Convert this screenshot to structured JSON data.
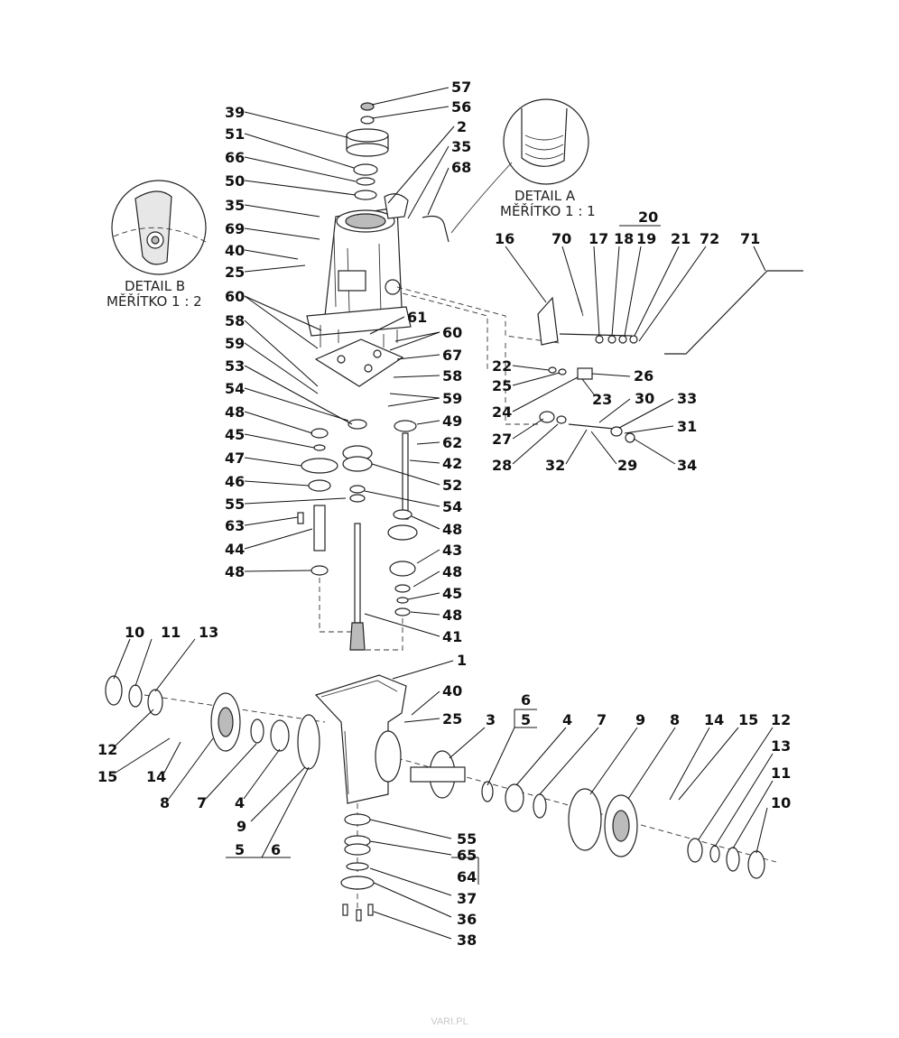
{
  "diagram": {
    "callouts": [
      {
        "id": "c-57",
        "text": "57"
      },
      {
        "id": "c-56",
        "text": "56"
      },
      {
        "id": "c-2",
        "text": "2"
      },
      {
        "id": "c-35a",
        "text": "35"
      },
      {
        "id": "c-68",
        "text": "68"
      },
      {
        "id": "c-39",
        "text": "39"
      },
      {
        "id": "c-51",
        "text": "51"
      },
      {
        "id": "c-66",
        "text": "66"
      },
      {
        "id": "c-50",
        "text": "50"
      },
      {
        "id": "c-35b",
        "text": "35"
      },
      {
        "id": "c-69",
        "text": "69"
      },
      {
        "id": "c-40a",
        "text": "40"
      },
      {
        "id": "c-25a",
        "text": "25"
      },
      {
        "id": "c-60a",
        "text": "60"
      },
      {
        "id": "c-61",
        "text": "61"
      },
      {
        "id": "c-60b",
        "text": "60"
      },
      {
        "id": "c-58a",
        "text": "58"
      },
      {
        "id": "c-67",
        "text": "67"
      },
      {
        "id": "c-59a",
        "text": "59"
      },
      {
        "id": "c-58b",
        "text": "58"
      },
      {
        "id": "c-53",
        "text": "53"
      },
      {
        "id": "c-59b",
        "text": "59"
      },
      {
        "id": "c-54a",
        "text": "54"
      },
      {
        "id": "c-49",
        "text": "49"
      },
      {
        "id": "c-48a",
        "text": "48"
      },
      {
        "id": "c-62",
        "text": "62"
      },
      {
        "id": "c-45a",
        "text": "45"
      },
      {
        "id": "c-47",
        "text": "47"
      },
      {
        "id": "c-42",
        "text": "42"
      },
      {
        "id": "c-46",
        "text": "46"
      },
      {
        "id": "c-52",
        "text": "52"
      },
      {
        "id": "c-55a",
        "text": "55"
      },
      {
        "id": "c-54b",
        "text": "54"
      },
      {
        "id": "c-63",
        "text": "63"
      },
      {
        "id": "c-48b",
        "text": "48"
      },
      {
        "id": "c-44",
        "text": "44"
      },
      {
        "id": "c-43",
        "text": "43"
      },
      {
        "id": "c-48c",
        "text": "48"
      },
      {
        "id": "c-48d",
        "text": "48"
      },
      {
        "id": "c-45b",
        "text": "45"
      },
      {
        "id": "c-48e",
        "text": "48"
      },
      {
        "id": "c-41",
        "text": "41"
      },
      {
        "id": "c-16",
        "text": "16"
      },
      {
        "id": "c-70",
        "text": "70"
      },
      {
        "id": "c-17",
        "text": "17"
      },
      {
        "id": "c-18",
        "text": "18"
      },
      {
        "id": "c-20",
        "text": "20"
      },
      {
        "id": "c-19",
        "text": "19"
      },
      {
        "id": "c-21",
        "text": "21"
      },
      {
        "id": "c-72",
        "text": "72"
      },
      {
        "id": "c-71",
        "text": "71"
      },
      {
        "id": "c-22",
        "text": "22"
      },
      {
        "id": "c-26",
        "text": "26"
      },
      {
        "id": "c-25b",
        "text": "25"
      },
      {
        "id": "c-23",
        "text": "23"
      },
      {
        "id": "c-24",
        "text": "24"
      },
      {
        "id": "c-30",
        "text": "30"
      },
      {
        "id": "c-33",
        "text": "33"
      },
      {
        "id": "c-31",
        "text": "31"
      },
      {
        "id": "c-27",
        "text": "27"
      },
      {
        "id": "c-28",
        "text": "28"
      },
      {
        "id": "c-32",
        "text": "32"
      },
      {
        "id": "c-29",
        "text": "29"
      },
      {
        "id": "c-34",
        "text": "34"
      },
      {
        "id": "c-10a",
        "text": "10"
      },
      {
        "id": "c-11a",
        "text": "11"
      },
      {
        "id": "c-13a",
        "text": "13"
      },
      {
        "id": "c-1",
        "text": "1"
      },
      {
        "id": "c-40b",
        "text": "40"
      },
      {
        "id": "c-6a",
        "text": "6"
      },
      {
        "id": "c-5a",
        "text": "5"
      },
      {
        "id": "c-25c",
        "text": "25"
      },
      {
        "id": "c-3",
        "text": "3"
      },
      {
        "id": "c-4a",
        "text": "4"
      },
      {
        "id": "c-7a",
        "text": "7"
      },
      {
        "id": "c-9a",
        "text": "9"
      },
      {
        "id": "c-8a",
        "text": "8"
      },
      {
        "id": "c-14a",
        "text": "14"
      },
      {
        "id": "c-15a",
        "text": "15"
      },
      {
        "id": "c-12a",
        "text": "12"
      },
      {
        "id": "c-13b",
        "text": "13"
      },
      {
        "id": "c-11b",
        "text": "11"
      },
      {
        "id": "c-10b",
        "text": "10"
      },
      {
        "id": "c-12b",
        "text": "12"
      },
      {
        "id": "c-15b",
        "text": "15"
      },
      {
        "id": "c-14b",
        "text": "14"
      },
      {
        "id": "c-8b",
        "text": "8"
      },
      {
        "id": "c-7b",
        "text": "7"
      },
      {
        "id": "c-4b",
        "text": "4"
      },
      {
        "id": "c-9b",
        "text": "9"
      },
      {
        "id": "c-5b",
        "text": "5"
      },
      {
        "id": "c-6b",
        "text": "6"
      },
      {
        "id": "c-55b",
        "text": "55"
      },
      {
        "id": "c-65",
        "text": "65"
      },
      {
        "id": "c-64",
        "text": "64"
      },
      {
        "id": "c-37",
        "text": "37"
      },
      {
        "id": "c-36",
        "text": "36"
      },
      {
        "id": "c-38",
        "text": "38"
      }
    ],
    "detail_a": {
      "title": "DETAIL A",
      "scale": "MĚŘÍTKO 1 : 1"
    },
    "detail_b": {
      "title": "DETAIL B",
      "scale": "MĚŘÍTKO 1 : 2"
    }
  },
  "watermark": "VARI.PL"
}
